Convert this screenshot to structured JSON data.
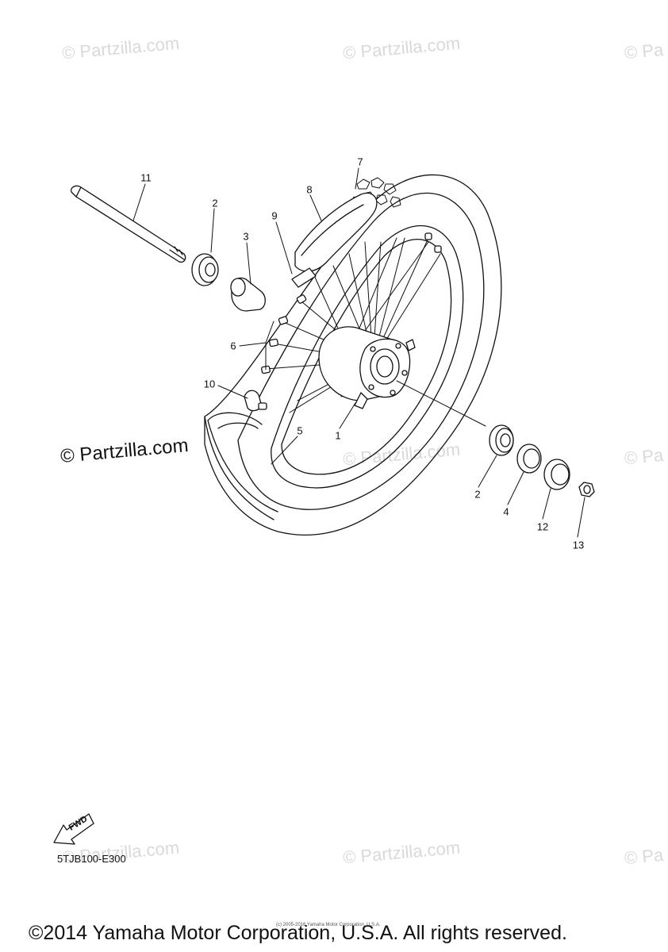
{
  "watermarks": {
    "light": "© Partzilla.com",
    "strong": "© Partzilla.com",
    "edge": "© Pa"
  },
  "callouts": [
    "11",
    "2",
    "3",
    "8",
    "7",
    "9",
    "6",
    "10",
    "5",
    "1",
    "2",
    "4",
    "12",
    "13"
  ],
  "diagram_code": "5TJB100-E300",
  "fwd_label": "FWD",
  "small_copyright": "(c) 2005-2016 Yamaha Motor Corporation, U.S.A.",
  "copyright": "©2014 Yamaha Motor Corporation, U.S.A. All rights reserved."
}
